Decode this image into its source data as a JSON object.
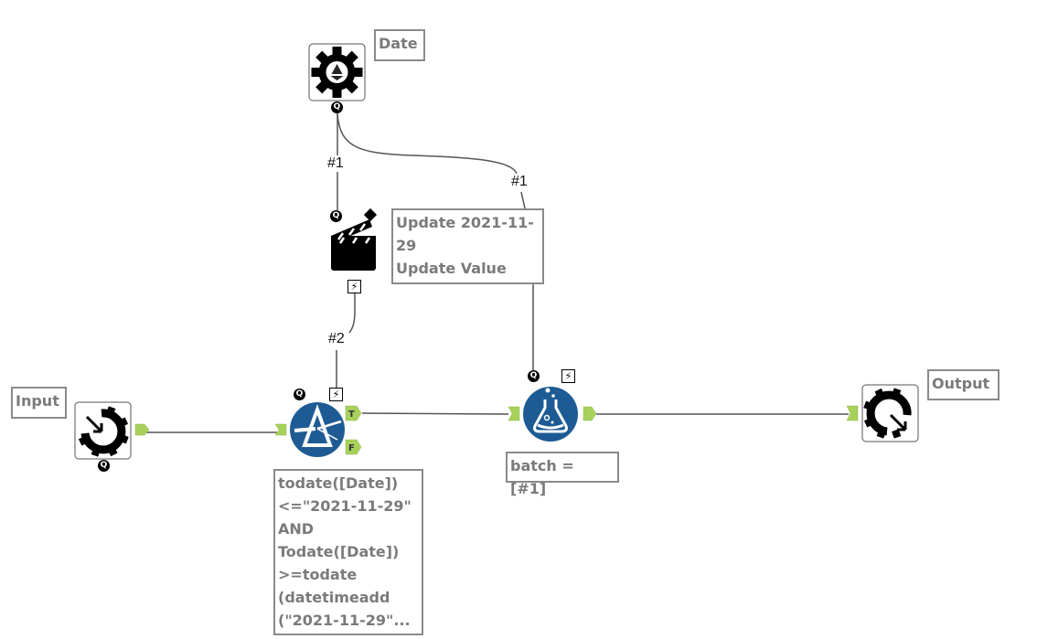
{
  "canvas": {
    "type": "workflow",
    "colors": {
      "connector_green": "#a8d15c",
      "tool_blue": "#1e5b94",
      "annotation_text": "#7a7a7a",
      "annotation_border": "#8a8a8a",
      "wire": "#555555"
    }
  },
  "tools": {
    "date_macro": {
      "annotation": "Date",
      "icon": "gear-recycle-icon",
      "badge": "Q"
    },
    "batch_control": {
      "icon": "clapperboard-icon",
      "badge_in": "Q",
      "badge_out": "⚡"
    },
    "input_macro": {
      "annotation": "Input",
      "icon": "macro-input-icon",
      "badge": "Q"
    },
    "filter": {
      "icon": "filter-prism-icon",
      "badge_in": "Q",
      "badge_bolt": "⚡",
      "output_true": "T",
      "output_false": "F",
      "annotation_lines": [
        "todate([Date])",
        "<=\"2021-11-29\"",
        "AND",
        "Todate([Date])",
        ">=todate",
        "(datetimeadd",
        "(\"2021-11-29\"..."
      ]
    },
    "formula": {
      "icon": "flask-icon",
      "badge_in": "Q",
      "badge_bolt": "⚡",
      "annotation": "batch = [#1]"
    },
    "output_macro": {
      "annotation": "Output",
      "icon": "macro-output-icon"
    }
  },
  "update_annotation": {
    "lines": [
      "Update 2021-11-",
      "29",
      "Update Value"
    ]
  },
  "connections": {
    "date_to_batch": "#1",
    "date_to_formula": "#1",
    "batch_to_filter": "#2"
  }
}
